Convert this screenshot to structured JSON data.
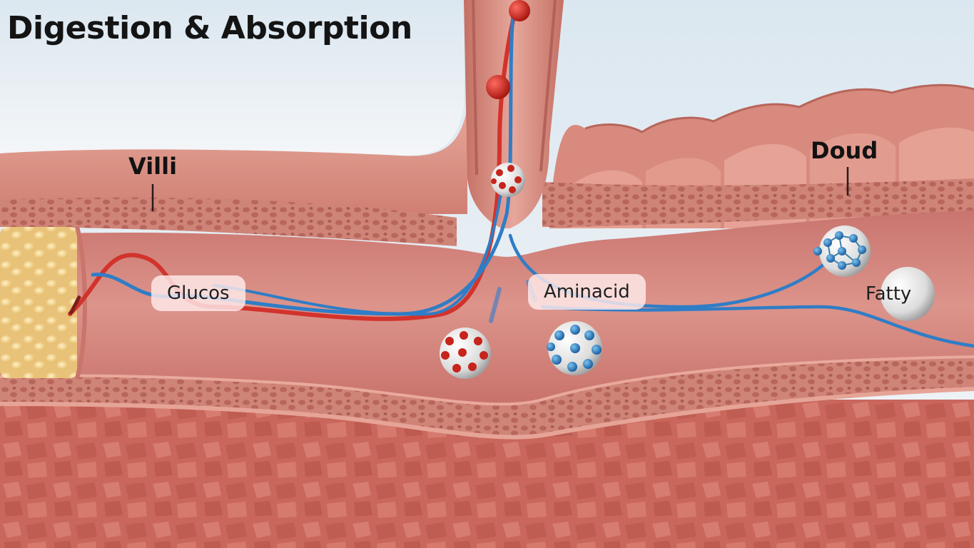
{
  "title": "Digestion & Absorption",
  "labels": {
    "villi": "Villi",
    "doud": "Doud",
    "glucose": "Glucos",
    "amino_acid": "Aminacid",
    "fatty": "Fatty"
  },
  "colors": {
    "sky": "#eef2f6",
    "tissue": "#d98b80",
    "lumen": "#d98a83",
    "artery": "#d2332c",
    "vein": "#2f7dc6",
    "fat": "#f3d68e",
    "muscle": "#c9675c"
  }
}
